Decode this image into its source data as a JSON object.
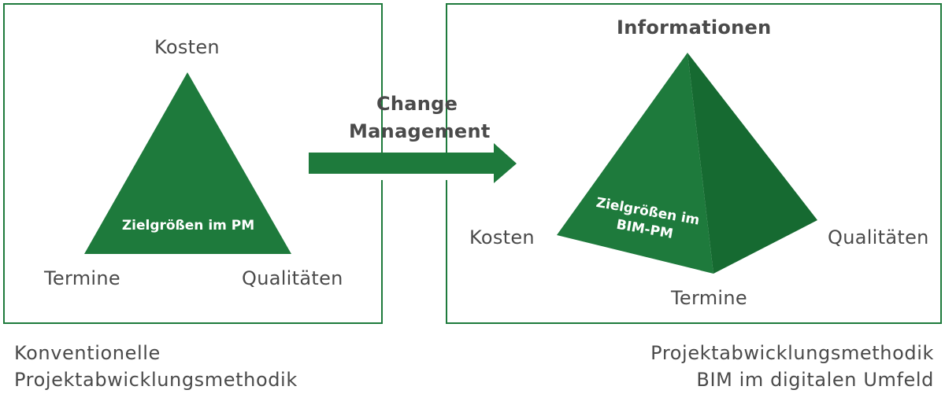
{
  "left_panel": {
    "top_label": "Kosten",
    "bottom_left_label": "Termine",
    "bottom_right_label": "Qualitäten",
    "center_label": "Zielgrößen im PM"
  },
  "arrow": {
    "line1": "Change",
    "line2": "Management"
  },
  "right_panel": {
    "top_label": "Informationen",
    "left_label": "Kosten",
    "right_label": "Qualitäten",
    "bottom_label": "Termine",
    "center_line1": "Zielgrößen im",
    "center_line2": "BIM-PM"
  },
  "captions": {
    "left": [
      "Konventionelle",
      "Projektabwicklungsmethodik"
    ],
    "right": [
      "Projektabwicklungsmethodik",
      "BIM im digitalen Umfeld"
    ]
  },
  "colors": {
    "green": "#1e7a3c",
    "green_dark": "#166a31",
    "text": "#4a4a4a"
  }
}
